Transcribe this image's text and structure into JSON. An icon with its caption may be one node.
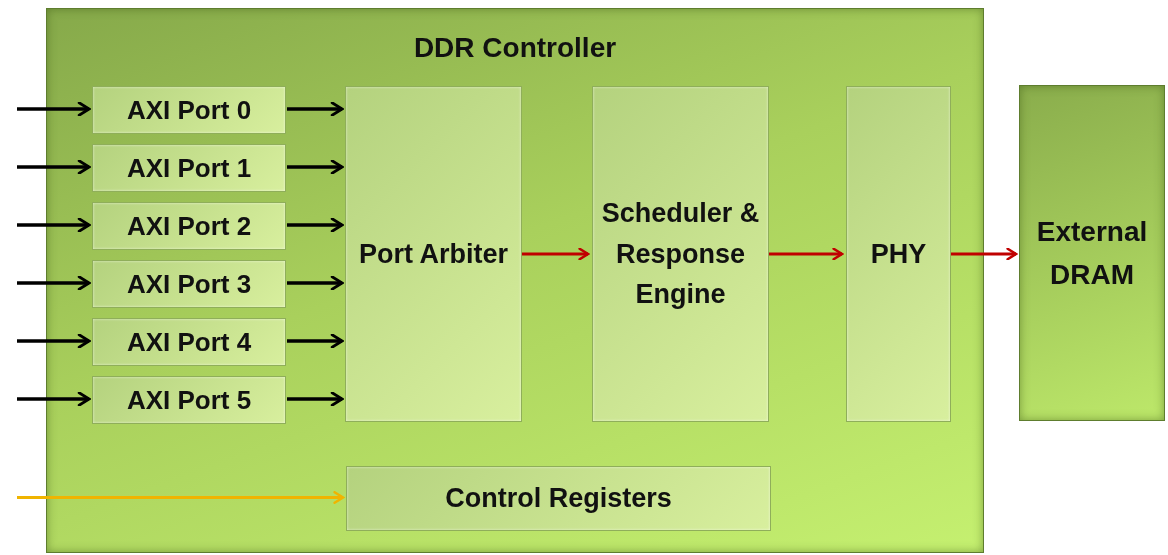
{
  "diagram": {
    "nodes": [
      {
        "text": [
          "DDR Controller"
        ]
      },
      {
        "text": [
          "AXI Port 0"
        ],
        "in": 0
      },
      {
        "text": [
          "AXI Port 1"
        ],
        "in": 0
      },
      {
        "text": [
          "AXI Port 2"
        ],
        "in": 0
      },
      {
        "text": [
          "AXI Port 3"
        ],
        "in": 0
      },
      {
        "text": [
          "AXI Port 4"
        ],
        "in": 0
      },
      {
        "text": [
          "AXI Port 5"
        ],
        "in": 0
      },
      {
        "text": [
          "Port Arbiter"
        ],
        "in": 0
      },
      {
        "text": [
          "Scheduler & Response Engine"
        ],
        "in": 0
      },
      {
        "text": [
          "PHY"
        ],
        "in": 0
      },
      {
        "text": [
          "Control Registers"
        ],
        "in": 0
      },
      {
        "text": [
          "External DRAM"
        ]
      }
    ],
    "edges": [
      {
        "from": null,
        "to": 1,
        "arrow": "to"
      },
      {
        "from": null,
        "to": 2,
        "arrow": "to"
      },
      {
        "from": null,
        "to": 3,
        "arrow": "to"
      },
      {
        "from": null,
        "to": 4,
        "arrow": "to"
      },
      {
        "from": null,
        "to": 5,
        "arrow": "to"
      },
      {
        "from": null,
        "to": 6,
        "arrow": "to"
      },
      {
        "from": 1,
        "to": 7,
        "arrow": "to"
      },
      {
        "from": 2,
        "to": 7,
        "arrow": "to"
      },
      {
        "from": 3,
        "to": 7,
        "arrow": "to"
      },
      {
        "from": 4,
        "to": 7,
        "arrow": "to"
      },
      {
        "from": 5,
        "to": 7,
        "arrow": "to"
      },
      {
        "from": 6,
        "to": 7,
        "arrow": "to"
      },
      {
        "from": 7,
        "to": 8,
        "arrow": "to",
        "color": "#c00000"
      },
      {
        "from": 8,
        "to": 9,
        "arrow": "to",
        "color": "#c00000"
      },
      {
        "from": 9,
        "to": 11,
        "arrow": "to",
        "color": "#c00000"
      },
      {
        "from": null,
        "to": 10,
        "arrow": "to",
        "color": "#f0b400"
      }
    ]
  }
}
